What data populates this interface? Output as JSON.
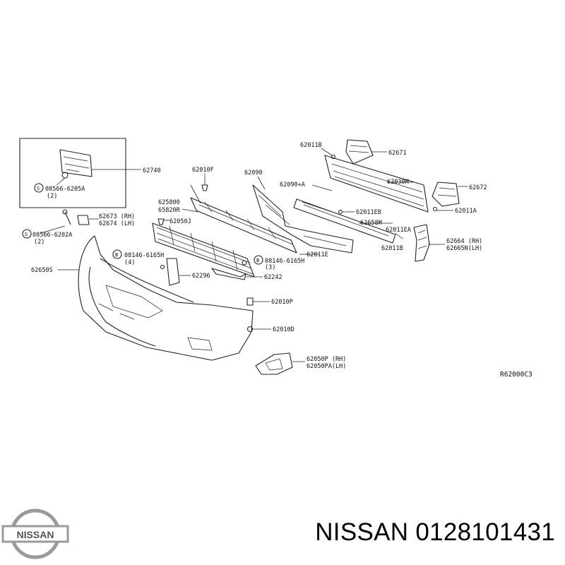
{
  "diagram": {
    "reference_code": "R62000C3",
    "labels": {
      "p62740": "62740",
      "p08566_6205A": "08566-6205A",
      "q2a": "(2)",
      "p62010F": "62010F",
      "p62090": "62090",
      "p62011B": "62011B",
      "p62671": "62671",
      "p62090A": "62090+A",
      "p62030M": "62030M",
      "p62672": "62672",
      "p62673": "62673 (RH)",
      "p62674": "62674 (LH)",
      "p625800": "625800",
      "p65820R": "65820R",
      "p62011EB": "62011EB",
      "p62011A": "62011A",
      "p08566_6202A": "08566-6202A",
      "q2b": "(2)",
      "p62050J": "62050J",
      "p62658M": "62658M",
      "p62011EA": "62011EA",
      "p62664": "62664 (RH)",
      "p62665N": "62665N(LH)",
      "p62011BB": "62011B",
      "p08146_6165H_a": "08146-6165H",
      "q4": "(4)",
      "p62011E": "62011E",
      "p62650S": "62650S",
      "p08146_6165H_b": "08146-6165H",
      "q3": "(3)",
      "p62296": "62296",
      "p62242": "62242",
      "p62010P": "62010P",
      "p62010D": "62010D",
      "p62050P": "62050P (RH)",
      "p62050PA": "62050PA(LH)"
    }
  },
  "footer": {
    "brand_logo": "NISSAN",
    "brand": "NISSAN",
    "part_number": "0128101431"
  }
}
